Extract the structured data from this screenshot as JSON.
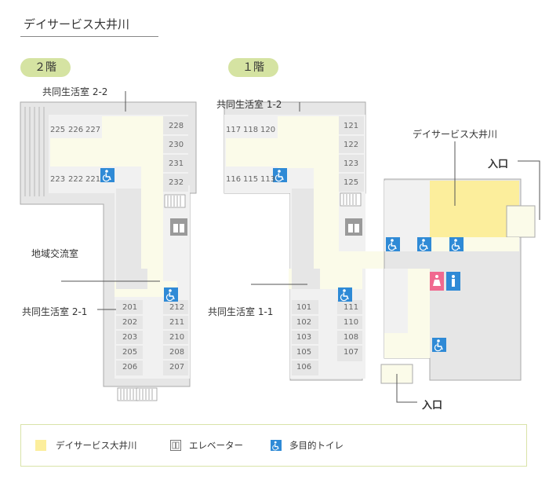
{
  "title": "デイサービス大井川",
  "floors": {
    "second": "２階",
    "first": "１階"
  },
  "labels": {
    "shared_2_2": "共同生活室 2-2",
    "community": "地域交流室",
    "shared_2_1": "共同生活室 2-1",
    "shared_1_2": "共同生活室 1-2",
    "shared_1_1": "共同生活室 1-1",
    "dayservice": "デイサービス大井川",
    "entrance": "入口"
  },
  "rooms_2f": {
    "top": [
      "225",
      "226",
      "227"
    ],
    "top2": [
      "223",
      "222",
      "221"
    ],
    "right_upper": [
      "228",
      "230",
      "231",
      "232"
    ],
    "left_lower": [
      "201",
      "202",
      "203",
      "205",
      "206"
    ],
    "right_lower": [
      "212",
      "211",
      "210",
      "208",
      "207"
    ]
  },
  "rooms_1f": {
    "top": [
      "117",
      "118",
      "120"
    ],
    "top2": [
      "116",
      "115",
      "113"
    ],
    "right_upper": [
      "121",
      "122",
      "123",
      "125"
    ],
    "left_lower": [
      "101",
      "102",
      "103",
      "105",
      "106"
    ],
    "right_lower": [
      "111",
      "110",
      "108",
      "107"
    ]
  },
  "legend": {
    "dayservice": "デイサービス大井川",
    "elevator": "エレベーター",
    "toilet": "多目的トイレ"
  },
  "colors": {
    "dayservice": "#fcee9c",
    "corridor": "#fbfbe9",
    "wall": "#e6e6e6",
    "toilet": "#2f8ad6",
    "female_wc": "#f0698f",
    "male_wc": "#2f8ad6",
    "pill": "#d5e3a2"
  },
  "icons": {
    "toilet": "wheelchair-icon",
    "elevator": "elevator-icon",
    "female": "female-restroom-icon",
    "male": "male-restroom-icon"
  }
}
